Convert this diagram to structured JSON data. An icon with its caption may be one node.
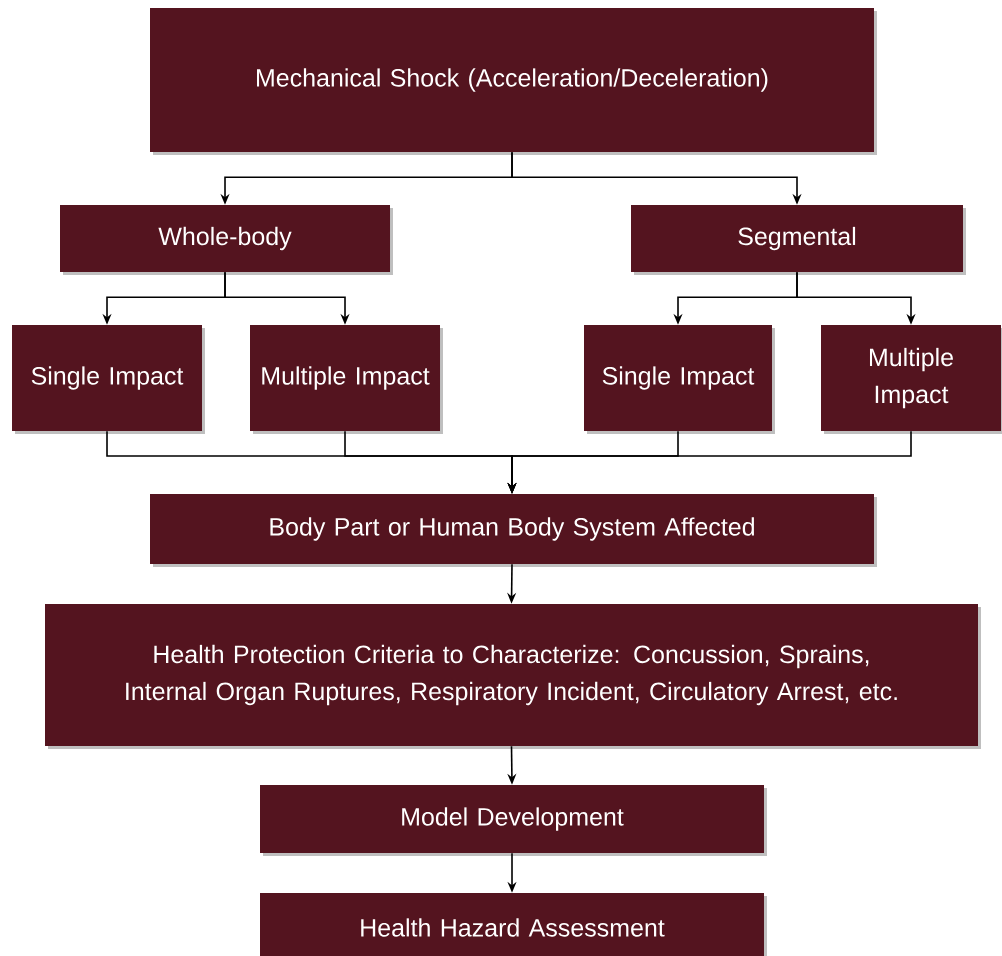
{
  "diagram": {
    "nodes": [
      {
        "text": [
          "Mechanical Shock (Acceleration/Deceleration)"
        ]
      },
      {
        "text": [
          "Whole-body"
        ]
      },
      {
        "text": [
          "Segmental"
        ]
      },
      {
        "text": [
          "Single Impact"
        ]
      },
      {
        "text": [
          "Multiple Impact"
        ]
      },
      {
        "text": [
          "Single Impact"
        ]
      },
      {
        "text": [
          "Multiple Impact"
        ]
      },
      {
        "text": [
          "Body Part or Human Body System Affected"
        ]
      },
      {
        "text": [
          "Health Protection Criteria to Characterize: Concussion, Sprains, Internal Organ Ruptures, Respiratory Incident, Circulatory Arrest, etc."
        ]
      },
      {
        "text": [
          "Model Development"
        ]
      },
      {
        "text": [
          "Health Hazard Assessment"
        ]
      }
    ],
    "edges": [
      {
        "from": 0,
        "to": 1,
        "arrow": "to"
      },
      {
        "from": 0,
        "to": 2,
        "arrow": "to"
      },
      {
        "from": 1,
        "to": 3,
        "arrow": "to"
      },
      {
        "from": 1,
        "to": 4,
        "arrow": "to"
      },
      {
        "from": 2,
        "to": 5,
        "arrow": "to"
      },
      {
        "from": 2,
        "to": 6,
        "arrow": "to"
      },
      {
        "from": 3,
        "to": 7,
        "arrow": "to"
      },
      {
        "from": 4,
        "to": 7,
        "arrow": "to"
      },
      {
        "from": 5,
        "to": 7,
        "arrow": "to"
      },
      {
        "from": 6,
        "to": 7,
        "arrow": "to"
      },
      {
        "from": 7,
        "to": 8,
        "arrow": "to"
      },
      {
        "from": 8,
        "to": 9,
        "arrow": "to"
      },
      {
        "from": 9,
        "to": 10,
        "arrow": "to"
      }
    ]
  }
}
